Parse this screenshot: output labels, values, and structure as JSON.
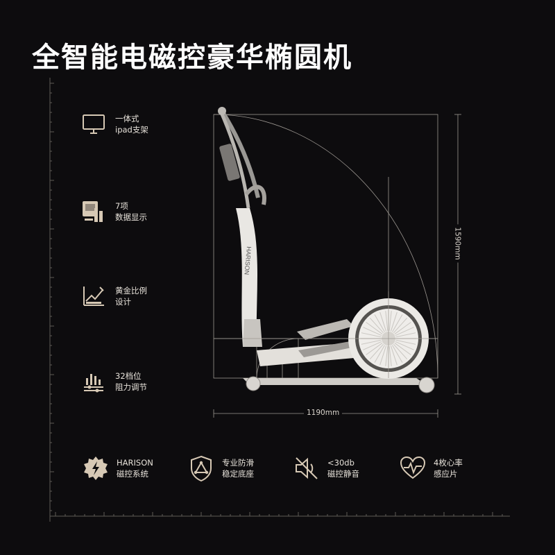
{
  "title": "全智能电磁控豪华椭圆机",
  "features": [
    {
      "icon": "monitor-icon",
      "line1": "一体式",
      "line2": "ipad支架"
    },
    {
      "icon": "data-display-icon",
      "line1": "7项",
      "line2": "数据显示"
    },
    {
      "icon": "golden-ratio-icon",
      "line1": "黄金比例",
      "line2": "设计"
    },
    {
      "icon": "resistance-levels-icon",
      "line1": "32档位",
      "line2": "阻力调节"
    }
  ],
  "bottom_features": [
    {
      "icon": "gear-lightning-icon",
      "line1": "HARISON",
      "line2": "磁控系统"
    },
    {
      "icon": "shield-triangle-icon",
      "line1": "专业防滑",
      "line2": "稳定底座"
    },
    {
      "icon": "mute-speaker-icon",
      "line1": "<30db",
      "line2": "磁控静音"
    },
    {
      "icon": "heart-pulse-icon",
      "line1": "4枚心率",
      "line2": "感应片"
    }
  ],
  "dimensions": {
    "height": "1590mm",
    "width": "1190mm"
  },
  "product": {
    "brand_text": "HARISON"
  },
  "colors": {
    "background": "#0d0c0e",
    "accent_beige": "#d7c9b5",
    "machine_white": "#e9e7e3",
    "line": "#bdb8b1"
  }
}
